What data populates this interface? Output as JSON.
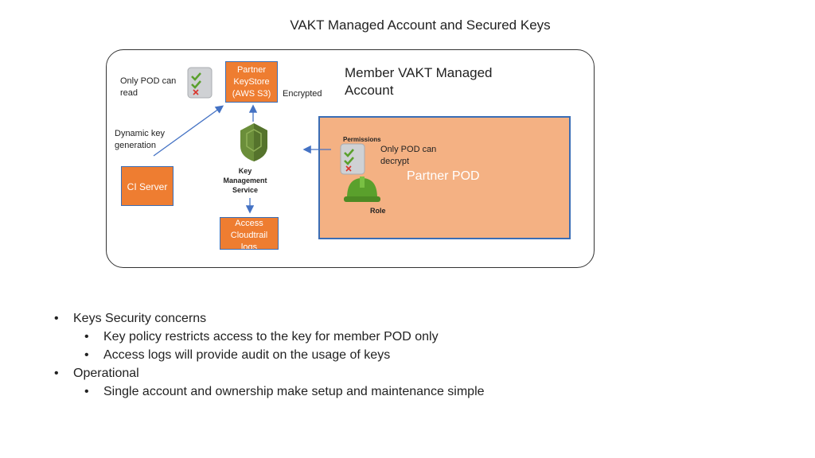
{
  "title": "VAKT Managed Account and Secured Keys",
  "account": {
    "label_line1": "Member VAKT Managed",
    "label_line2": "Account"
  },
  "partner_pod": {
    "label": "Partner POD",
    "permissions_label": "Permissions",
    "role_label": "Role",
    "decrypt_note_line1": "Only POD can",
    "decrypt_note_line2": "decrypt"
  },
  "keystore": {
    "line1": "Partner",
    "line2": "KeyStore",
    "line3": "(AWS S3)",
    "encrypted_label": "Encrypted"
  },
  "read_note": {
    "line1": "Only POD can",
    "line2": "read"
  },
  "dynamic_key": {
    "line1": "Dynamic key",
    "line2": "generation"
  },
  "ci_server": {
    "label": "CI Server"
  },
  "kms": {
    "line1": "Key",
    "line2": "Management",
    "line3": "Service"
  },
  "cloudtrail": {
    "line1": "Access",
    "line2": "Cloudtrail",
    "line3": "logs"
  },
  "bullets": [
    {
      "level": 1,
      "text": "Keys Security concerns"
    },
    {
      "level": 2,
      "text": "Key policy restricts access to the key for member POD only"
    },
    {
      "level": 2,
      "text": "Access logs will provide audit on the usage of keys"
    },
    {
      "level": 1,
      "text": "Operational"
    },
    {
      "level": 2,
      "text": "Single account and ownership make setup and maintenance simple"
    }
  ],
  "icons": {
    "checklist": "checklist-icon",
    "kms": "kms-shield-icon",
    "role": "hard-hat-icon"
  },
  "colors": {
    "orange_box": "#ee7d31",
    "pod_fill": "#f4b183",
    "border_blue": "#3a6db5",
    "kms_green": "#6b8e3a",
    "arrow": "#4472c4"
  }
}
